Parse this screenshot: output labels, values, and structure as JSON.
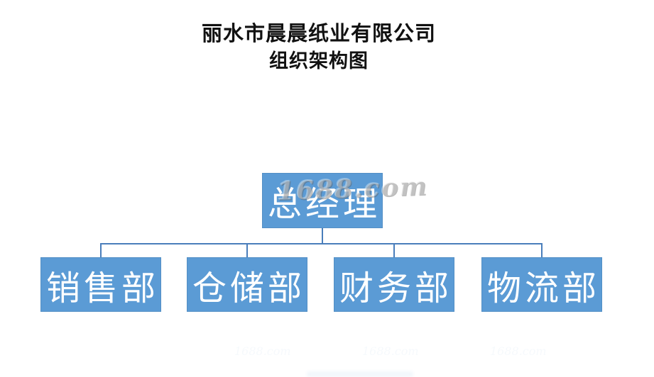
{
  "title": {
    "line1": "丽水市晨晨纸业有限公司",
    "line2": "组织架构图"
  },
  "org": {
    "root_label": "总经理",
    "departments": [
      {
        "label": "销售部"
      },
      {
        "label": "仓储部"
      },
      {
        "label": "财务部"
      },
      {
        "label": "物流部"
      }
    ]
  },
  "watermark": {
    "text": "1688.com"
  },
  "colors": {
    "box_fill": "#5B9BD5",
    "box_text": "#FFFFFF",
    "connector": "#4A7EBB",
    "title_text": "#111111",
    "watermark_gray": "#CDCDCD",
    "background": "#FFFFFF"
  }
}
